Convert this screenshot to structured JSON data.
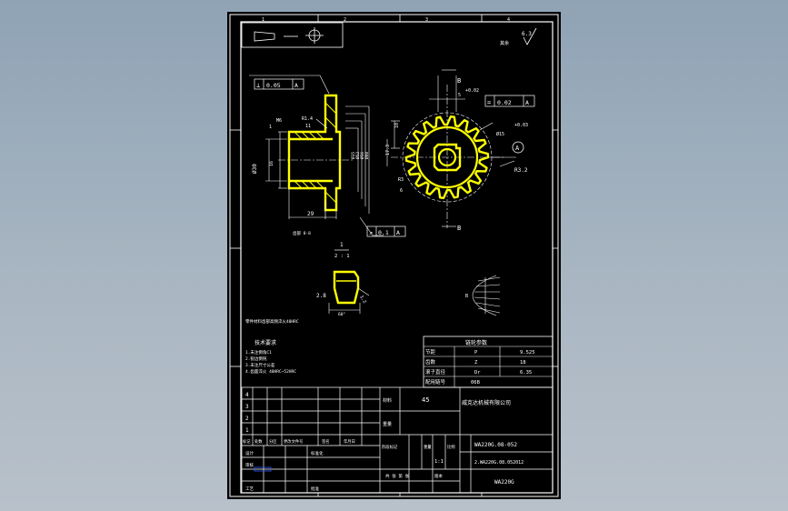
{
  "colors": {
    "background_top": "#8fa3b5",
    "background_bottom": "#b8c1ca",
    "sheet": "#000000",
    "line": "#ffffff",
    "highlight": "#ffff00",
    "accent_blue": "#2f5cff"
  },
  "grid_refs": {
    "top": [
      "1",
      "2",
      "3",
      "4"
    ]
  },
  "roughness": {
    "value": "6.3",
    "note": "其余"
  },
  "section_labels": {
    "b1": "B",
    "b2": "B",
    "view_1": "1",
    "view_ratio": "2 : 1",
    "view_b": "B"
  },
  "tolerances": {
    "perp": {
      "symbol": "⊥",
      "value": "0.05",
      "datum": "A"
    },
    "sym": {
      "symbol": "=",
      "value": "0.02",
      "datum": "A"
    },
    "runout": {
      "symbol": "↗",
      "value": "0.1",
      "datum": "A"
    },
    "datum_a": "A"
  },
  "dims": {
    "r14": "R1.4",
    "m6": "M6",
    "d30": "Ø30",
    "d11": "11",
    "d16": "16",
    "l29": "29",
    "t1": "1",
    "ten": "10",
    "h173": "17.3",
    "r3": "R3",
    "r32": "R3.2",
    "s6": "6",
    "five": "5",
    "d15": "Ø15",
    "p002": "+0.02",
    "p003": "+0.03",
    "v28": "2.8",
    "v12": "1.2",
    "v60": "60°",
    "stack": [
      "Ø35",
      "Ø52",
      "Ø56",
      "Ø60"
    ],
    "tooth_note": "齿部 8-8"
  },
  "notes": {
    "side_note": "零件材料齿部高频淬火40HRC",
    "title": "技术要求",
    "lines": [
      "1.未注倒角C1",
      "2.锐边倒钝",
      "3.未注尺寸公差",
      "4.齿面淬火 48HRC~52HRC"
    ]
  },
  "param_table": {
    "title": "链轮参数",
    "rows": [
      {
        "name": "节距",
        "symbol": "P",
        "value": "9.525"
      },
      {
        "name": "齿数",
        "symbol": "Z",
        "value": "18"
      },
      {
        "name": "滚子直径",
        "symbol": "Dr",
        "value": "6.35"
      },
      {
        "name": "配用链号",
        "symbol": "",
        "value": "06B"
      }
    ]
  },
  "title_block": {
    "rev_rows": [
      "4",
      "3",
      "2",
      "1"
    ],
    "material_label": "材料",
    "material": "45",
    "company": "威克达机械有限公司",
    "weight_label": "重量",
    "header_cols": [
      "标记",
      "处数",
      "分区",
      "更改文件号",
      "签名",
      "年月日"
    ],
    "stage_label": "阶段标记",
    "weight_col": "重量",
    "scale_col": "比例",
    "scale": "1:1",
    "roles": [
      "设计",
      "审核",
      "工艺"
    ],
    "std_label": "标准化",
    "approve_label": "批准",
    "sheet_label": "共 张 第 张",
    "ver_label": "版本",
    "drawing_no": "WA220G.08-052",
    "file_no": "2.WA220G.08.052012",
    "model": "WA220G"
  }
}
